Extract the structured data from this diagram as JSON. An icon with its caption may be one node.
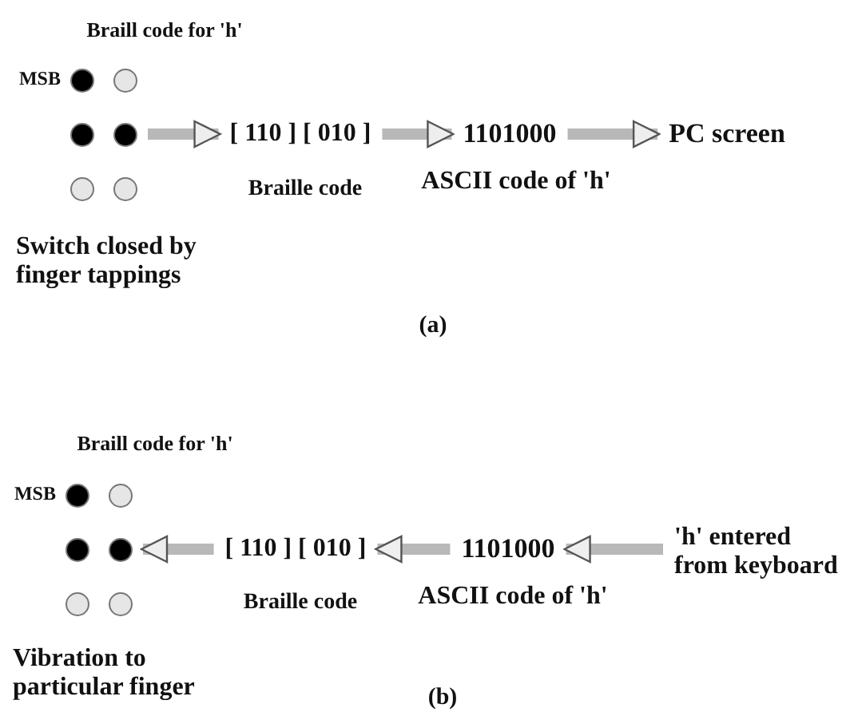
{
  "diagram": {
    "nodes": [
      {
        "text": [],
        "shape": "circle"
      },
      {
        "text": [],
        "shape": "circle"
      },
      {
        "text": [],
        "shape": "circle"
      },
      {
        "text": [],
        "shape": "circle"
      },
      {
        "text": [],
        "shape": "circle"
      },
      {
        "text": [],
        "shape": "circle"
      },
      {
        "text": [
          "[ 110 ] [ 010 ]"
        ],
        "beside": [
          "Braille code"
        ]
      },
      {
        "text": [
          "1101000"
        ],
        "beside": [
          "ASCII code of 'h'"
        ]
      },
      {
        "text": [
          "PC screen"
        ]
      },
      {
        "text": [],
        "shape": "circle"
      },
      {
        "text": [],
        "shape": "circle"
      },
      {
        "text": [],
        "shape": "circle"
      },
      {
        "text": [],
        "shape": "circle"
      },
      {
        "text": [],
        "shape": "circle"
      },
      {
        "text": [],
        "shape": "circle"
      },
      {
        "text": [
          "[ 110 ] [ 010 ]"
        ],
        "beside": [
          "Braille code"
        ]
      },
      {
        "text": [
          "1101000"
        ],
        "beside": [
          "ASCII code of 'h'"
        ]
      },
      {
        "text": [
          "'h' entered from keyboard"
        ]
      }
    ],
    "edges": [
      {
        "from": 3,
        "to": 6,
        "arrow": "to"
      },
      {
        "from": 6,
        "to": 7,
        "arrow": "to"
      },
      {
        "from": 7,
        "to": 8,
        "arrow": "to"
      },
      {
        "from": 17,
        "to": 16,
        "arrow": "to"
      },
      {
        "from": 16,
        "to": 15,
        "arrow": "to"
      },
      {
        "from": 15,
        "to": 12,
        "arrow": "to"
      }
    ],
    "labels": [
      "Braill code for 'h'",
      "MSB",
      "Switch closed by finger tappings",
      "(a)",
      "Braill code for 'h'",
      "MSB",
      "Vibration to particular finger",
      "(b)"
    ]
  }
}
